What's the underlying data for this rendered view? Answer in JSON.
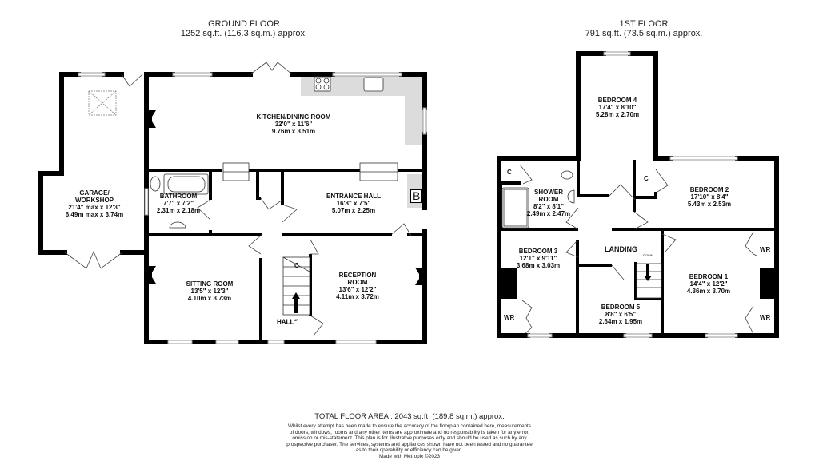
{
  "ground_floor": {
    "title": "GROUND FLOOR",
    "area": "1252 sq.ft. (116.3 sq.m.) approx.",
    "rooms": {
      "garage": {
        "name1": "GARAGE/",
        "name2": "WORKSHOP",
        "imperial": "21'4\" max x 12'3\"",
        "metric": "6.49m max x 3.74m"
      },
      "kitchen": {
        "name": "KITCHEN/DINING ROOM",
        "imperial": "32'0\"  x 11'6\"",
        "metric": "9.76m  x 3.51m"
      },
      "bathroom": {
        "name": "BATHROOM",
        "imperial": "7'7\"  x 7'2\"",
        "metric": "2.31m  x 2.18m"
      },
      "entrance_hall": {
        "name": "ENTRANCE HALL",
        "imperial": "16'8\"  x 7'5\"",
        "metric": "5.07m  x 2.25m"
      },
      "sitting_room": {
        "name": "SITTING ROOM",
        "imperial": "13'5\"  x 12'3\"",
        "metric": "4.10m  x 3.73m"
      },
      "reception_room": {
        "name1": "RECEPTION",
        "name2": "ROOM",
        "imperial": "13'6\"  x 12'2\"",
        "metric": "4.11m  x 3.72m"
      },
      "hall": {
        "name": "HALL",
        "sup": "UP"
      }
    },
    "labels": {
      "boiler": "B",
      "cupboard": "C"
    }
  },
  "first_floor": {
    "title": "1ST FLOOR",
    "area": "791 sq.ft. (73.5 sq.m.) approx.",
    "rooms": {
      "bedroom4": {
        "name": "BEDROOM 4",
        "imperial": "17'4\"  x 8'10\"",
        "metric": "5.28m  x 2.70m"
      },
      "shower_room": {
        "name1": "SHOWER",
        "name2": "ROOM",
        "imperial": "8'2\"  x 8'1\"",
        "metric": "2.49m  x 2.47m"
      },
      "bedroom2": {
        "name": "BEDROOM 2",
        "imperial": "17'10\"  x 8'4\"",
        "metric": "5.43m  x 2.53m"
      },
      "bedroom3": {
        "name": "BEDROOM 3",
        "imperial": "12'1\"  x 9'11\"",
        "metric": "3.68m  x 3.03m"
      },
      "landing": {
        "name": "LANDING",
        "stairs": "DOWN"
      },
      "bedroom5": {
        "name": "BEDROOM 5",
        "imperial": "8'8\"  x 6'5\"",
        "metric": "2.64m  x 1.95m"
      },
      "bedroom1": {
        "name": "BEDROOM 1",
        "imperial": "14'4\"  x 12'2\"",
        "metric": "4.36m  x 3.70m"
      }
    },
    "labels": {
      "cupboard": "C",
      "wardrobe": "WR"
    }
  },
  "footer": {
    "total": "TOTAL FLOOR AREA : 2043 sq.ft. (189.8 sq.m.) approx.",
    "disclaimer": [
      "Whilst every attempt has been made to ensure the accuracy of the floorplan contained here, measurements",
      "of doors, windows, rooms and any other items are approximate and no responsibility is taken for any error,",
      "omission or mis-statement. This plan is for illustrative purposes only and should be used as such by any",
      "prospective purchaser. The services, systems and appliances shown have not been tested and no guarantee",
      "as to their operability or efficiency can be given.",
      "Made with Metropix ©2023"
    ]
  },
  "colors": {
    "wall": "#000000",
    "fixture_fill": "#dddddd",
    "background": "#ffffff"
  }
}
